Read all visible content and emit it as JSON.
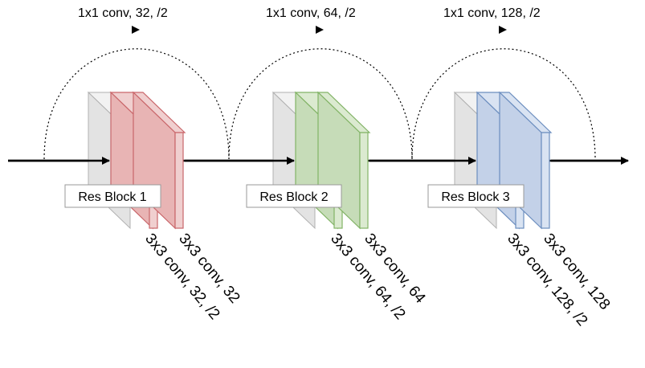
{
  "blocks": [
    {
      "name": "Res Block 1",
      "skip_label": "1x1 conv, 32, /2",
      "conv_a": "3x3 conv, 32, /2",
      "conv_b": "3x3 conv, 32",
      "face": "#e8b4b4",
      "side": "#f0cfcf",
      "stroke": "#c9666a"
    },
    {
      "name": "Res Block 2",
      "skip_label": "1x1 conv, 64, /2",
      "conv_a": "3x3 conv, 64, /2",
      "conv_b": "3x3 conv, 64",
      "face": "#c6dcb8",
      "side": "#dbead0",
      "stroke": "#82b366"
    },
    {
      "name": "Res Block 3",
      "skip_label": "1x1 conv, 128, /2",
      "conv_a": "3x3 conv, 128, /2",
      "conv_b": "3x3 conv, 128",
      "face": "#c3d1e8",
      "side": "#d9e3f2",
      "stroke": "#6c8ebf"
    }
  ],
  "colors": {
    "input_face": "#e3e3e3",
    "input_side": "#f2f2f2",
    "input_stroke": "#b0b0b0",
    "line": "#000000"
  }
}
